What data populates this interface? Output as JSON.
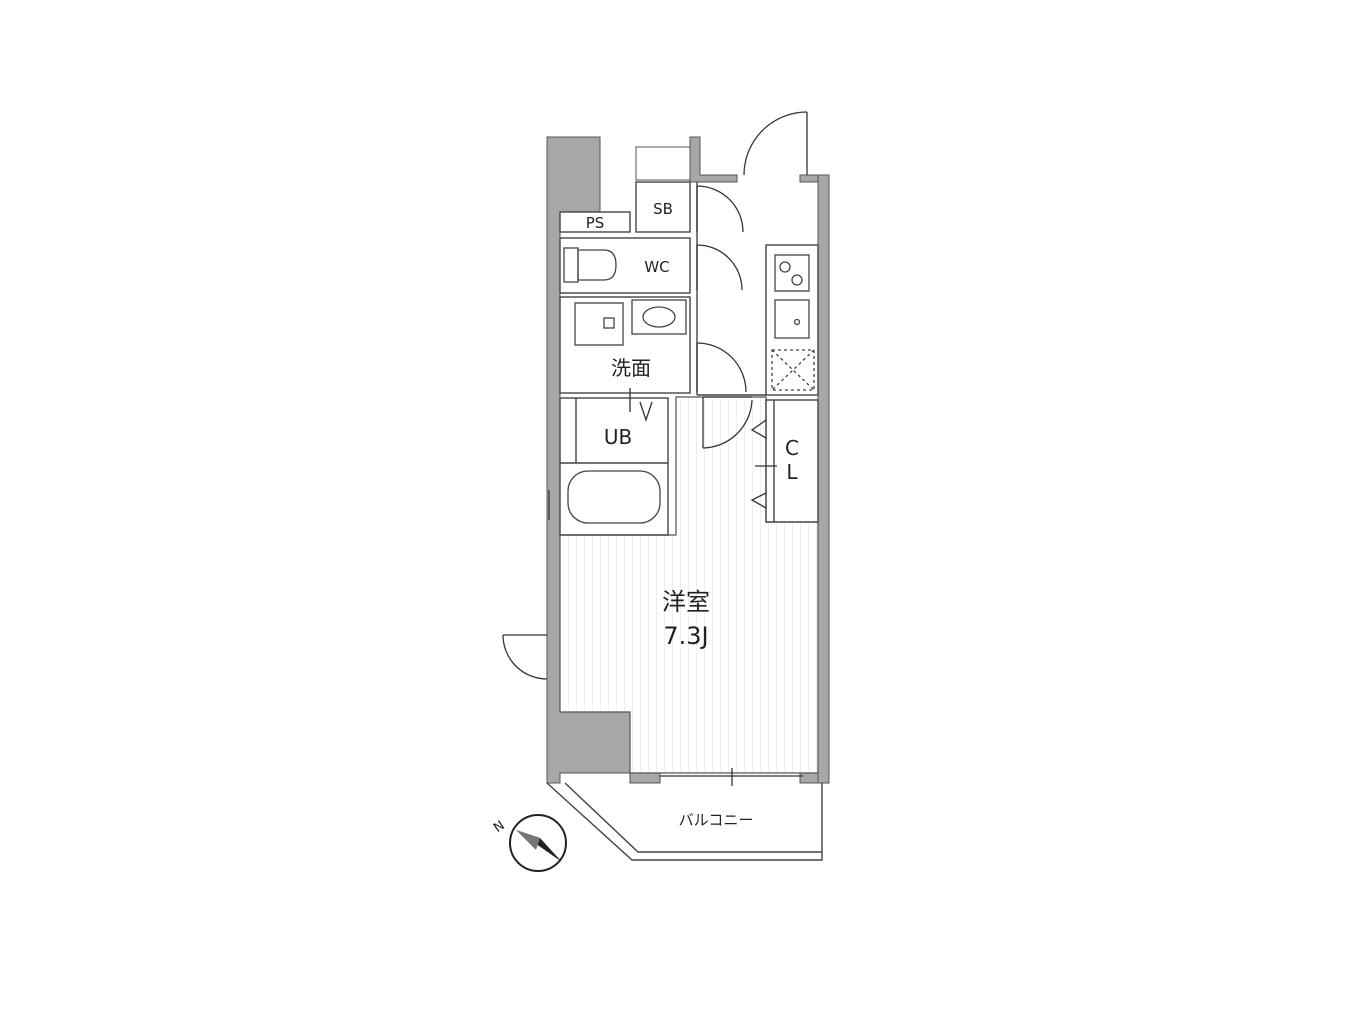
{
  "rooms": {
    "ps": "PS",
    "sb": "SB",
    "wc": "WC",
    "washroom": "洗面",
    "unit_bath": "UB",
    "closet_line1": "C",
    "closet_line2": "L",
    "western_room": "洋室",
    "western_room_size": "7.3J",
    "balcony": "バルコニー"
  },
  "compass": {
    "label": "N"
  },
  "colors": {
    "wall": "#a7a7a7",
    "line": "#333333",
    "floor_stripe": "#e4e4e4"
  }
}
